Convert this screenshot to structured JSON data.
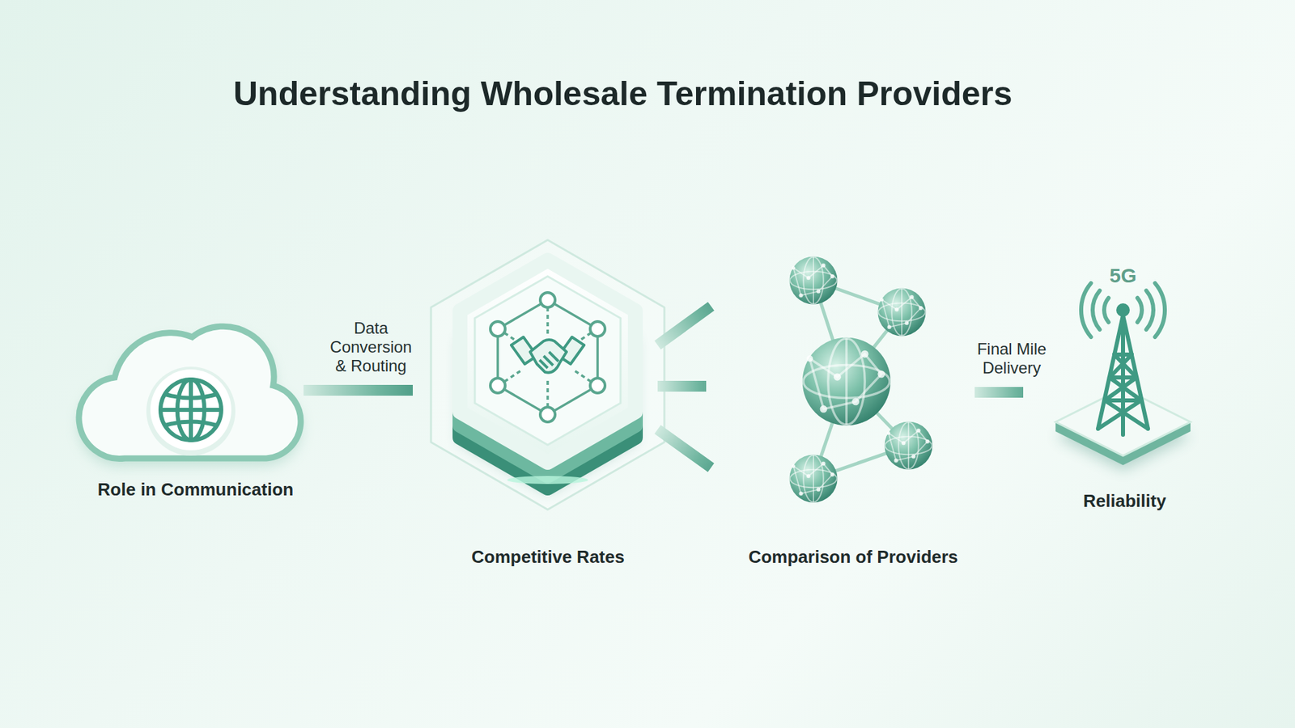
{
  "diagram": {
    "title": "Understanding Wholesale Termination Providers",
    "nodes": [
      {
        "text": [
          "Role in Communication"
        ]
      },
      {
        "text": [
          "Competitive Rates"
        ]
      },
      {
        "text": [
          "Comparison of Providers"
        ]
      },
      {
        "text": [
          "Reliability"
        ]
      }
    ],
    "edges": [
      {
        "from": 0,
        "to": 1,
        "label": "Data Conversion & Routing",
        "arrow": "to"
      },
      {
        "from": 1,
        "to": 2,
        "arrow": "to"
      },
      {
        "from": 1,
        "to": 2,
        "arrow": "to"
      },
      {
        "from": 1,
        "to": 2,
        "arrow": "to"
      },
      {
        "from": 2,
        "to": 3,
        "label": "Final Mile Delivery",
        "arrow": "to"
      }
    ],
    "labels": [
      "5G"
    ]
  }
}
